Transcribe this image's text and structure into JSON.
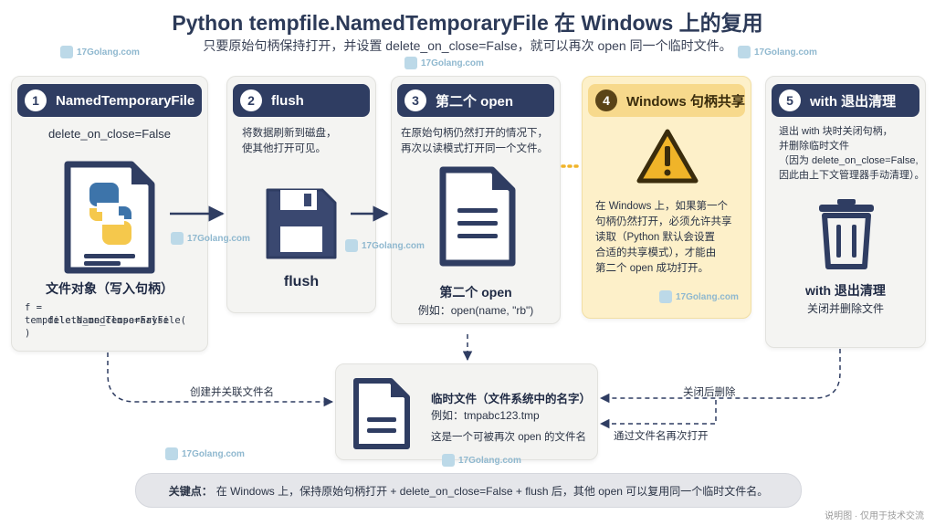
{
  "title": "Python tempfile.NamedTemporaryFile 在 Windows 上的复用",
  "subtitle": "只要原始句柄保持打开，并设置 delete_on_close=False，就可以再次 open 同一个临时文件。",
  "watermark": "17Golang.com",
  "steps": [
    {
      "num": "1",
      "title": "NamedTemporaryFile",
      "param": "delete_on_close=False",
      "icon": "python-file-icon",
      "caption": "文件对象（写入句柄）",
      "code": [
        "f = tempfile.NamedTemporaryFile(",
        "    delete_on_close=False",
        ")"
      ]
    },
    {
      "num": "2",
      "title": "flush",
      "desc": [
        "将数据刷新到磁盘，",
        "使其他打开可见。"
      ],
      "icon": "floppy-disk-icon",
      "caption": "flush"
    },
    {
      "num": "3",
      "title": "第二个 open",
      "desc": [
        "在原始句柄仍然打开的情况下，",
        "再次以读模式打开同一个文件。"
      ],
      "icon": "document-icon",
      "caption": "第二个 open",
      "example": "例如：open(name, \"rb\")"
    },
    {
      "num": "4",
      "title": "Windows 句柄共享",
      "icon": "warning-icon",
      "desc": [
        "在 Windows 上，如果第一个",
        "句柄仍然打开，必须允许共享",
        "读取（Python 默认会设置",
        "合适的共享模式），才能由",
        "第二个 open 成功打开。"
      ]
    },
    {
      "num": "5",
      "title": "with 退出清理",
      "icon": "trash-icon",
      "desc": [
        "退出 with 块时关闭句柄，",
        "并删除临时文件",
        "（因为 delete_on_close=False,",
        "因此由上下文管理器手动清理）。"
      ],
      "caption": "with 退出清理",
      "sub": "关闭并删除文件"
    }
  ],
  "tempfile": {
    "title": "临时文件（文件系统中的名字）",
    "example": "例如：tmpabc123.tmp",
    "note": "这是一个可被再次 open 的文件名"
  },
  "arrow_labels": {
    "create": "创建并关联文件名",
    "delete": "关闭后删除",
    "reopen": "通过文件名再次打开"
  },
  "key_point": {
    "label": "关键点：",
    "text": "在 Windows 上，保持原始句柄打开 + delete_on_close=False + flush 后，其他 open 可以复用同一个临时文件名。"
  },
  "footer": "说明图 · 仅用于技术交流",
  "colors": {
    "navy": "#2f3d62",
    "yellow": "#fdf0c9",
    "warning": "#f0b429",
    "python_blue": "#3d74aa",
    "python_yellow": "#f5c84c"
  }
}
